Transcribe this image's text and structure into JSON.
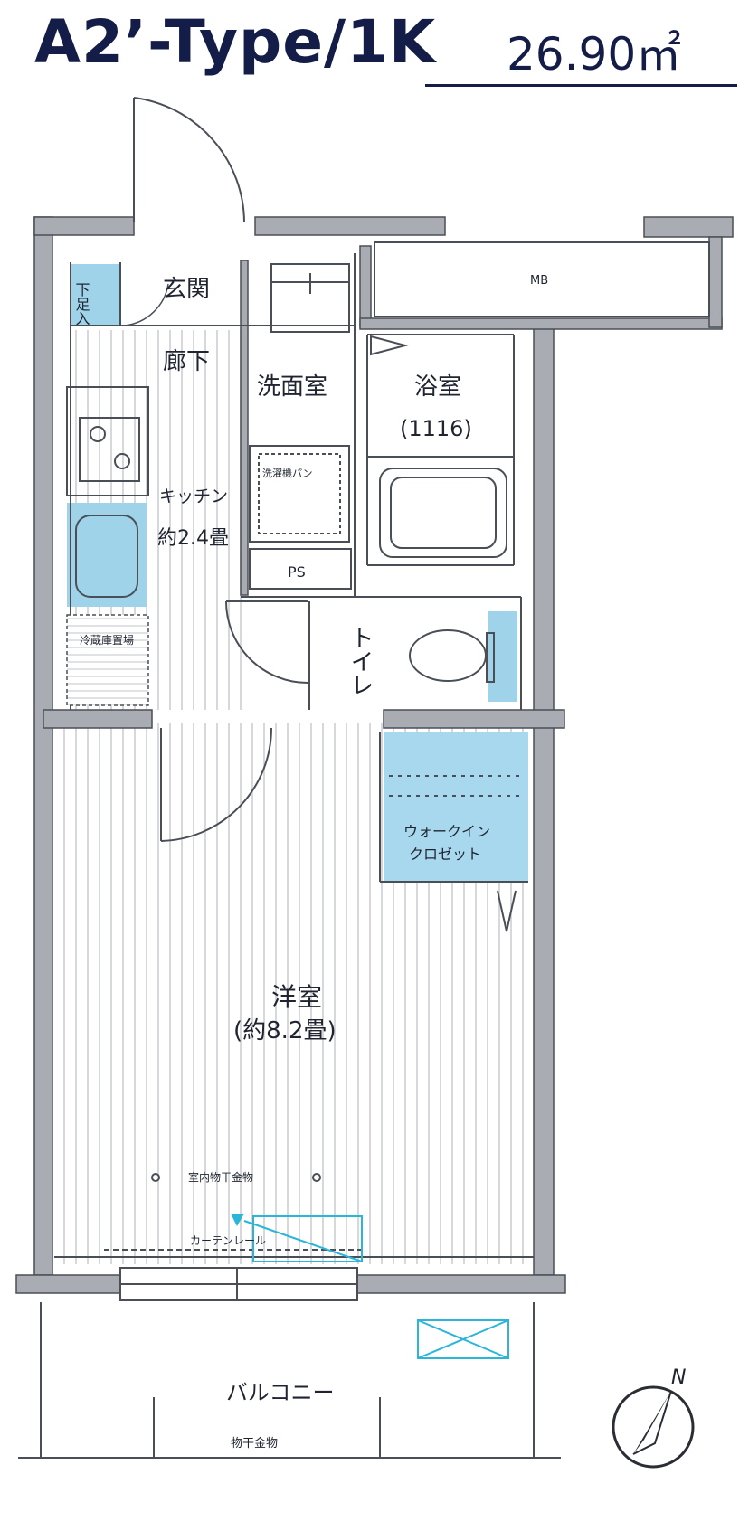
{
  "title": {
    "type_label": "A2’-Type/1K",
    "area": "26.90㎡"
  },
  "rooms": {
    "shoe_box": "下足入",
    "entrance": "玄関",
    "hallway": "廊下",
    "washroom": "洗面室",
    "bathroom": "浴室",
    "bathroom_unit": "(1116)",
    "kitchen": "キッチン",
    "kitchen_size": "約2.4畳",
    "fridge": "冷蔵庫置場",
    "washer": "洗濯機パン",
    "ps": "PS",
    "toilet": "トイレ",
    "walk_in_closet_1": "ウォークイン",
    "walk_in_closet_2": "クロゼット",
    "western_room": "洋室",
    "western_room_size": "(約8.2畳)",
    "indoor_drying": "室内物干金物",
    "curtain_rail": "カーテンレール",
    "balcony": "バルコニー",
    "laundry_hanger": "物干金物",
    "mb": "MB"
  },
  "compass": {
    "label": "N"
  },
  "colors": {
    "wall": "#a9adb3",
    "line": "#4a4e56",
    "title": "#141d48",
    "fixture_blue": "#9fd3ea",
    "closet_blue": "#a8d8ee",
    "cyan_mark": "#2bb5d8"
  }
}
